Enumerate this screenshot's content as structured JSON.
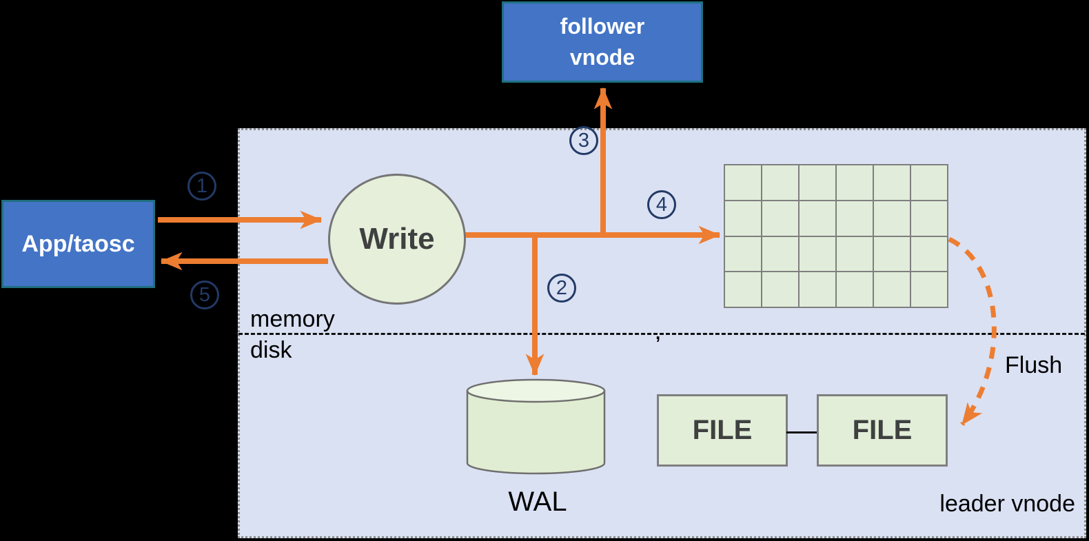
{
  "diagram": {
    "app_box_label": "App/taosc",
    "follower_box": {
      "line1": "follower",
      "line2": "vnode"
    },
    "write_node_label": "Write",
    "wal_label": "WAL",
    "file_box_1_label": "FILE",
    "file_box_2_label": "FILE",
    "memory_label": "memory",
    "disk_label": "disk",
    "leader_vnode_label": "leader vnode",
    "flush_label": "Flush",
    "steps": {
      "s1": "1",
      "s2": "2",
      "s3": "3",
      "s4": "4",
      "s5": "5"
    },
    "stray_mark": ",",
    "mem_table": {
      "rows": 4,
      "cols": 6
    }
  },
  "colors": {
    "background": "#000000",
    "panel_fill": "#DAE1F3",
    "panel_border": "#8C8C8C",
    "blue_box_fill": "#4374C6",
    "blue_box_border": "#1F6F80",
    "green_fill": "#E2EED8",
    "green_border": "#7F7F7F",
    "arrow_orange": "#ED7D31",
    "step_navy": "#223A66",
    "text_dark": "#3F4040"
  }
}
